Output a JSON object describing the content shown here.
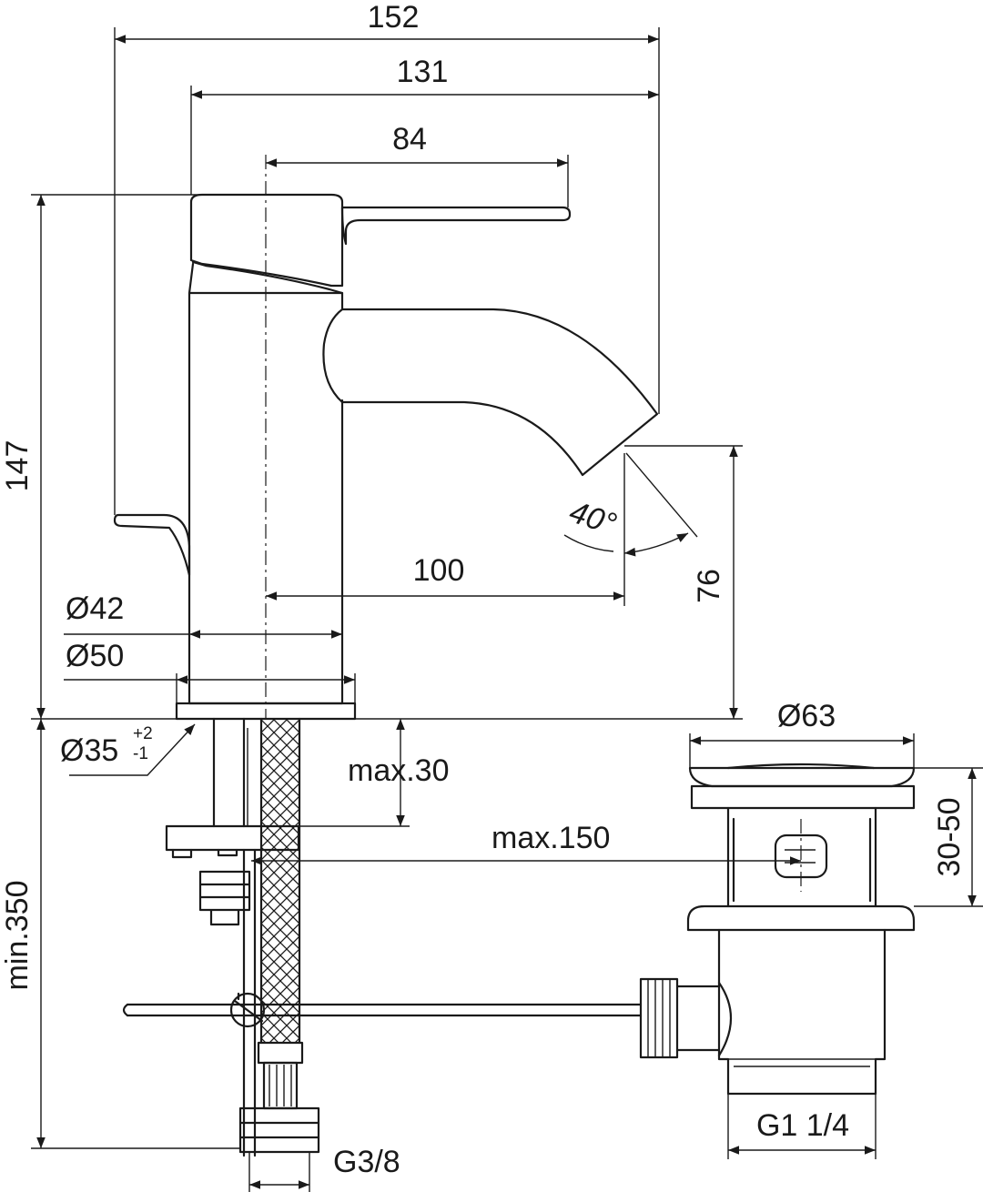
{
  "dimensions": {
    "overall_width": "152",
    "spout_reach": "131",
    "lever_reach": "84",
    "overall_height": "147",
    "spout_height": "76",
    "spout_offset": "100",
    "spout_angle": "40°",
    "body_diameter": "Ø42",
    "base_diameter": "Ø50",
    "hole_diameter": "Ø35",
    "hole_tol_plus": "+2",
    "hole_tol_minus": "-1",
    "deck_thickness": "max.30",
    "rod_length": "max.150",
    "hose_length": "min.350",
    "hose_thread": "G3/8",
    "waste_diameter": "Ø63",
    "waste_range": "30-50",
    "waste_thread": "G1 1/4"
  }
}
